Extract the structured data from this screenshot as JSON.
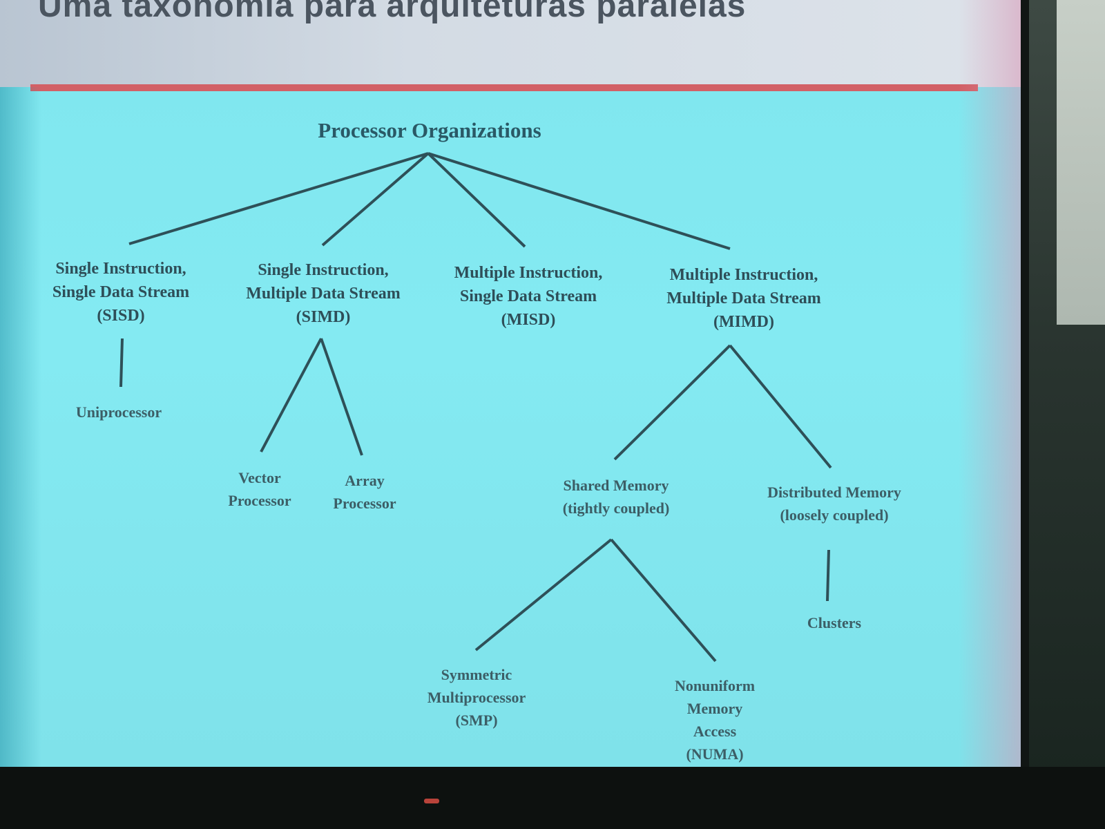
{
  "slide": {
    "title": "Uma taxonomia para arquiteturas paralelas",
    "accent_rule_color": "#d26066",
    "background_color": "#82e8f0"
  },
  "diagram": {
    "root": "Processor Organizations",
    "sisd": {
      "line1": "Single Instruction,",
      "line2": "Single Data Stream",
      "abbr": "(SISD)"
    },
    "simd": {
      "line1": "Single Instruction,",
      "line2": "Multiple Data Stream",
      "abbr": "(SIMD)"
    },
    "misd": {
      "line1": "Multiple Instruction,",
      "line2": "Single Data Stream",
      "abbr": "(MISD)"
    },
    "mimd": {
      "line1": "Multiple Instruction,",
      "line2": "Multiple Data Stream",
      "abbr": "(MIMD)"
    },
    "uniprocessor": "Uniprocessor",
    "vector_processor": {
      "line1": "Vector",
      "line2": "Processor"
    },
    "array_processor": {
      "line1": "Array",
      "line2": "Processor"
    },
    "shared_memory": {
      "line1": "Shared Memory",
      "line2": "(tightly coupled)"
    },
    "distributed_memory": {
      "line1": "Distributed Memory",
      "line2": "(loosely coupled)"
    },
    "clusters": "Clusters",
    "smp": {
      "line1": "Symmetric",
      "line2": "Multiprocessor",
      "line3": "(SMP)"
    },
    "numa": {
      "line1": "Nonuniform",
      "line2": "Memory",
      "line3": "Access",
      "line4": "(NUMA)"
    }
  }
}
